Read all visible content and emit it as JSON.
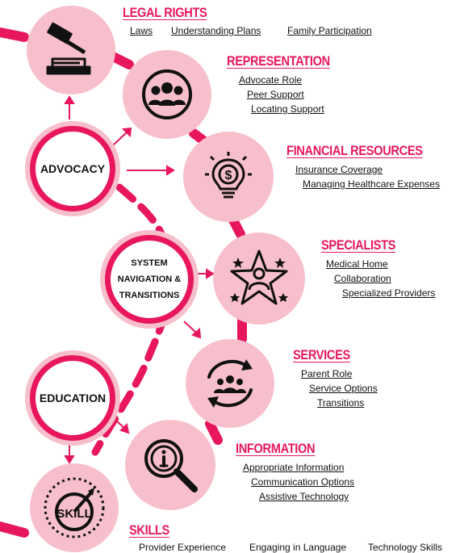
{
  "hubs": {
    "advocacy": "ADVOCACY",
    "system_line1": "SYSTEM",
    "system_line2": "NAVIGATION &",
    "system_line3": "TRANSITIONS",
    "education": "EDUCATION"
  },
  "topics": {
    "legal_rights": {
      "title": "LEGAL RIGHTS",
      "icon": "gavel-book-icon",
      "links": [
        "Laws",
        "Understanding Plans",
        "Family Participation"
      ]
    },
    "representation": {
      "title": "REPRESENTATION",
      "icon": "group-people-icon",
      "links": [
        "Advocate Role",
        "Peer Support",
        "Locating Support"
      ]
    },
    "financial_resources": {
      "title": "FINANCIAL RESOURCES",
      "icon": "dollar-lightbulb-icon",
      "links": [
        "Insurance Coverage",
        "Managing Healthcare Expenses"
      ]
    },
    "specialists": {
      "title": "SPECIALISTS",
      "icon": "star-person-icon",
      "links": [
        "Medical Home",
        "Collaboration",
        "Specialized Providers"
      ]
    },
    "services": {
      "title": "SERVICES",
      "icon": "cycle-group-icon",
      "links": [
        "Parent Role",
        "Service Options",
        "Transitions"
      ]
    },
    "information": {
      "title": "INFORMATION",
      "icon": "info-magnifier-icon",
      "links": [
        "Appropriate Information",
        "Communication Options",
        "Assistive Technology"
      ]
    },
    "skills": {
      "title": "SKILLS",
      "icon": "skill-gauge-icon",
      "badge": "SKILL",
      "links": [
        "Provider Experience",
        "Engaging in Language",
        "Technology Skills"
      ]
    }
  },
  "colors": {
    "accent": "#e8175d",
    "circle_fill": "#f7bfcc",
    "text": "#111111"
  }
}
